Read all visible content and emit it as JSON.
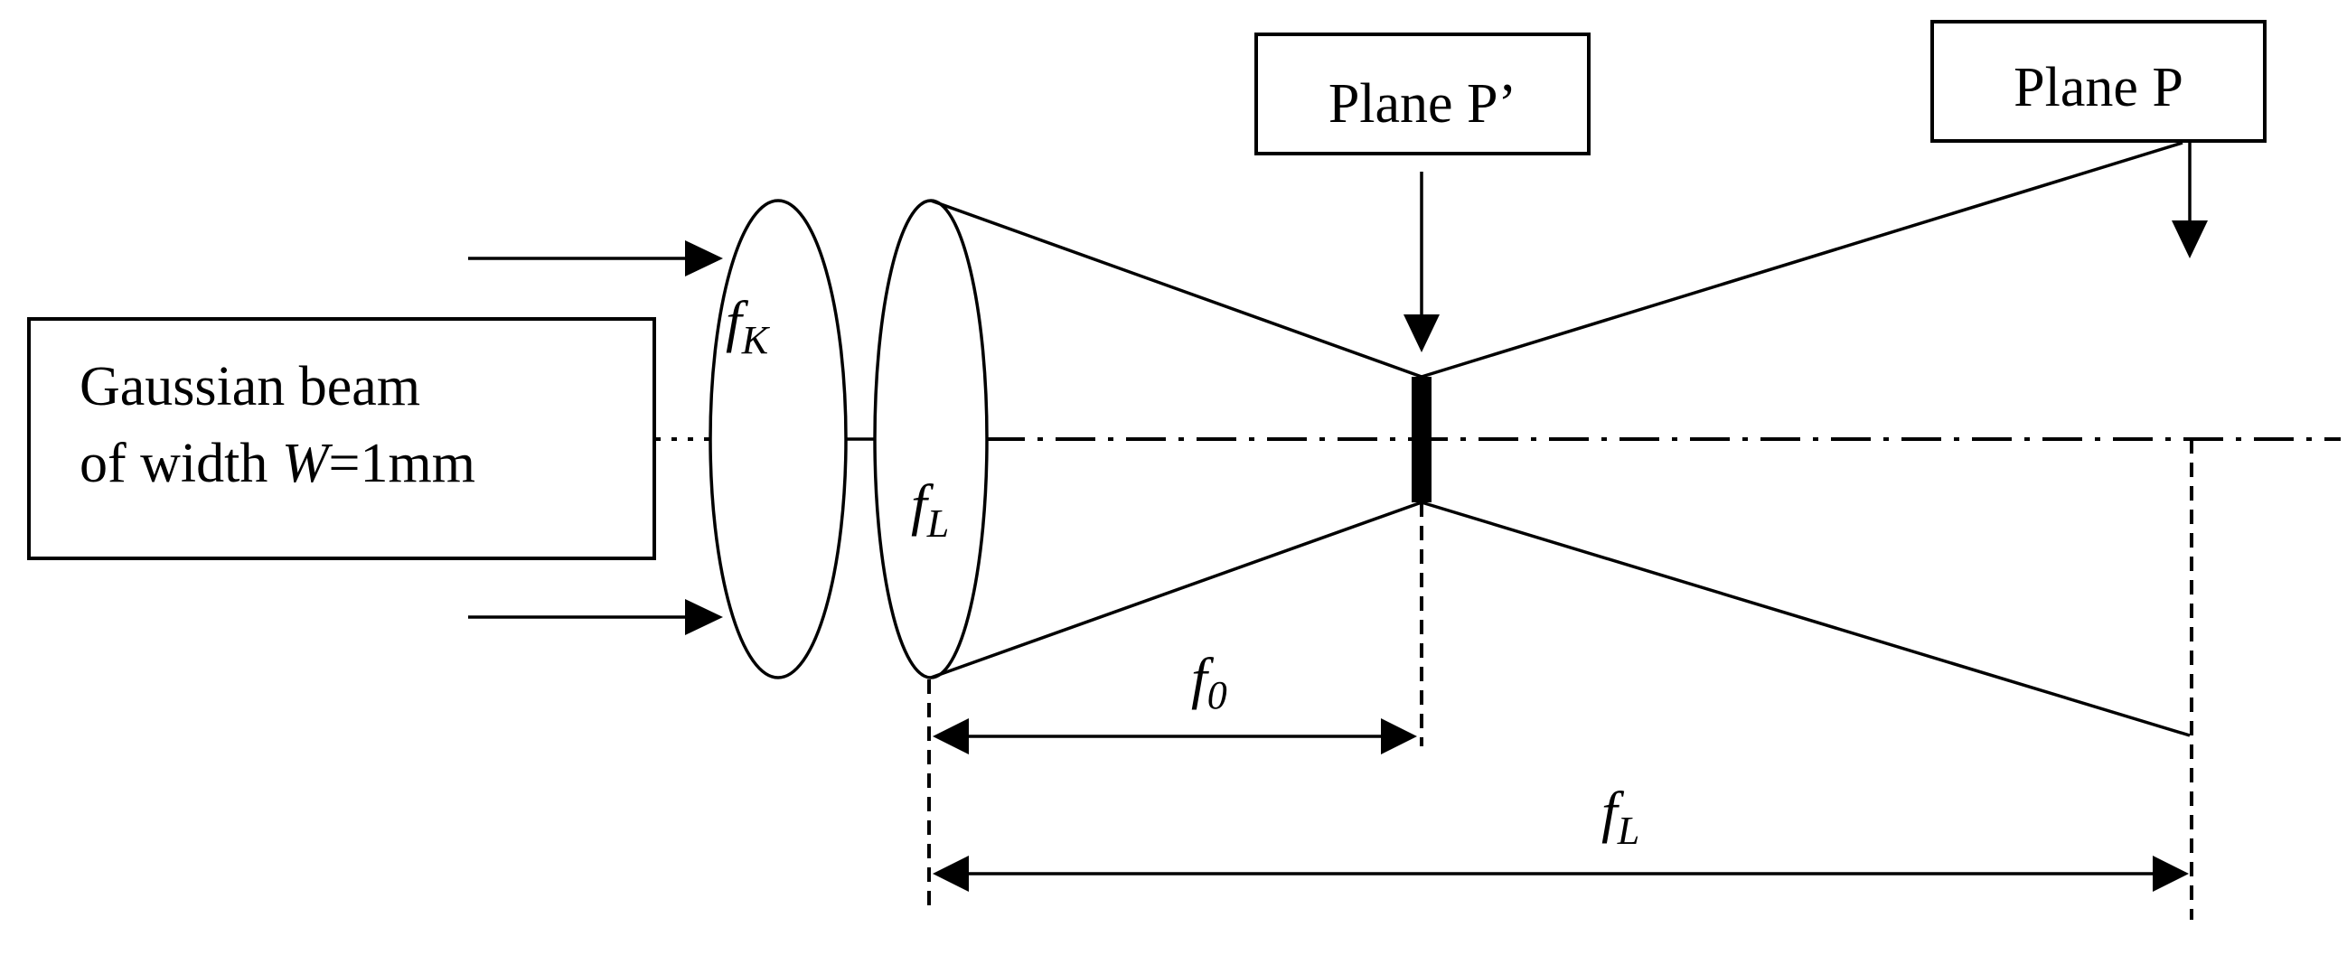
{
  "source_box": {
    "line1": "Gaussian beam",
    "line2_prefix": "of width ",
    "line2_var": "W",
    "line2_suffix": "=1mm"
  },
  "plane_p_prime": {
    "label": "Plane P’"
  },
  "plane_p": {
    "label": "Plane P"
  },
  "lens_k": {
    "symbol": "f",
    "subscript": "K"
  },
  "lens_l": {
    "symbol": "f",
    "subscript": "L"
  },
  "dimension_f0": {
    "symbol": "f",
    "subscript": "0"
  },
  "dimension_fL": {
    "symbol": "f",
    "subscript": "L"
  }
}
